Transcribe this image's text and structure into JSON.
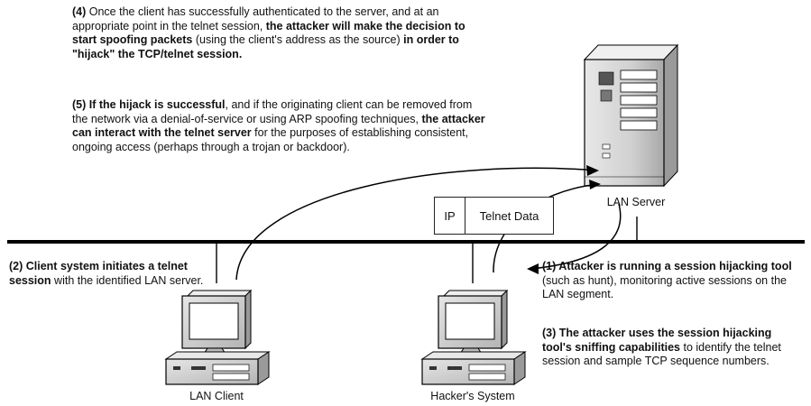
{
  "notes": {
    "step4": {
      "p1": "(4)",
      "p2": " Once the client has successfully authenticated to the server, and at an appropriate point in the telnet session, ",
      "p3": "the attacker will make the decision to start spoofing packets",
      "p4": " (using the client's address as the source) ",
      "p5": "in order to \"hijack\" the TCP/telnet session."
    },
    "step5": {
      "p1": "(5) If the hijack is successful",
      "p2": ", and if the originating client can be removed from the network via a denial-of-service or using ARP spoofing techniques, ",
      "p3": "the attacker can interact with the telnet server",
      "p4": " for the purposes of establishing consistent, ongoing access (perhaps through a trojan or backdoor)."
    },
    "step2": {
      "p1": "(2) Client system initiates a telnet session",
      "p2": " with the identified LAN server."
    },
    "step1": {
      "p1": "(1) Attacker is running a session hijacking tool",
      "p2": " (such as hunt), monitoring active sessions on the LAN segment."
    },
    "step3": {
      "p1": "(3) The attacker uses the session hijacking tool's sniffing capabilities",
      "p2": " to identify the telnet session and sample TCP sequence numbers."
    }
  },
  "packet": {
    "ip": "IP",
    "data": "Telnet Data"
  },
  "labels": {
    "server": "LAN Server",
    "client": "LAN Client",
    "hacker": "Hacker's System"
  }
}
